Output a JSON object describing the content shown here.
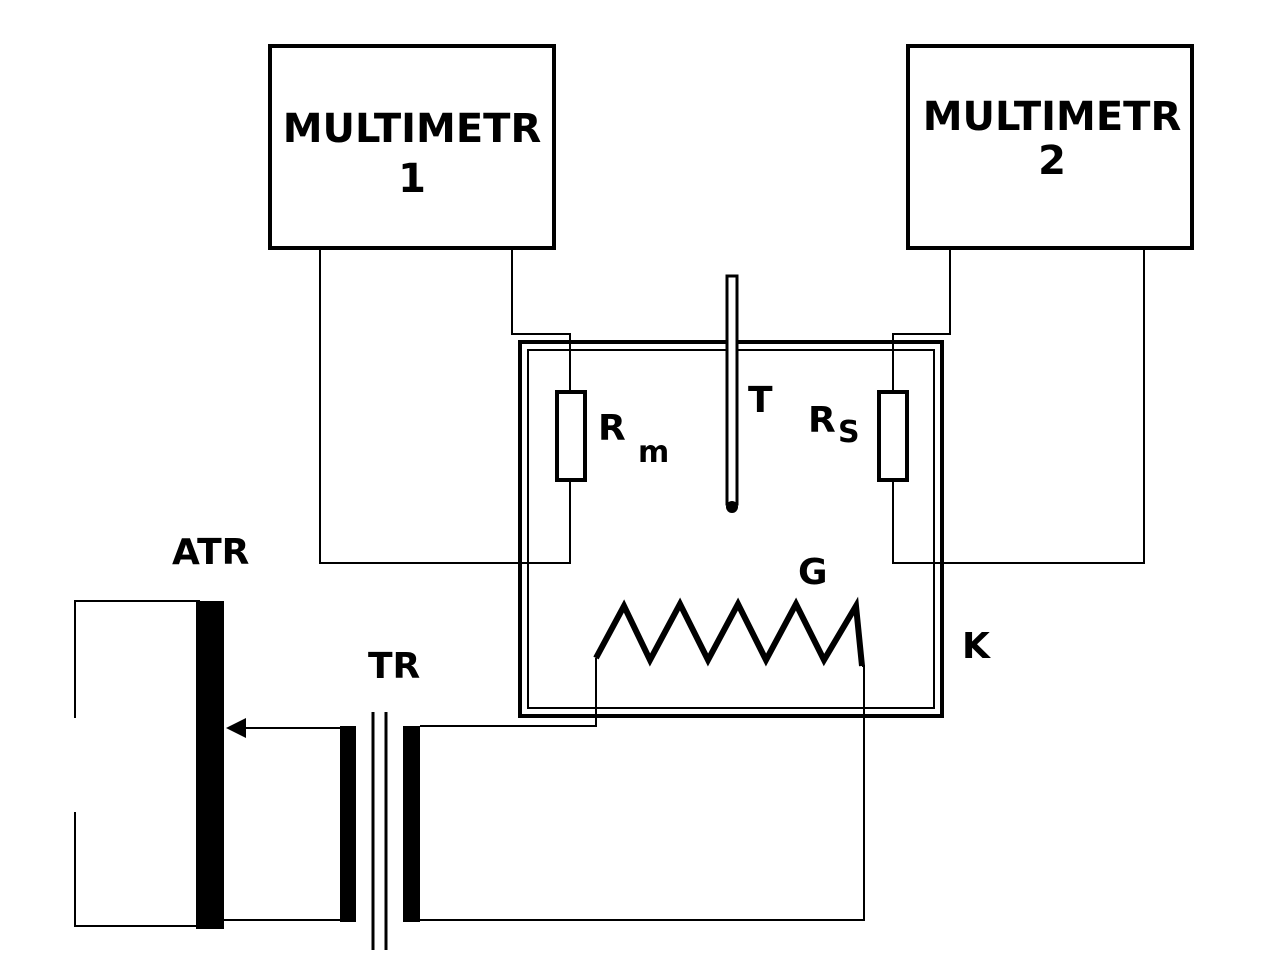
{
  "multimeter_1": {
    "line1": "MULTIMETR",
    "line2": "1"
  },
  "multimeter_2": {
    "line1": "MULTIMETR",
    "line2": "2"
  },
  "labels": {
    "rm_main": "R",
    "rm_sub": "m",
    "rs_main": "R",
    "rs_sub": "S",
    "thermometer": "T",
    "heater": "G",
    "chamber": "K",
    "autotransformer": "ATR",
    "transformer": "TR"
  },
  "colors": {
    "line": "#000000",
    "background": "#ffffff"
  }
}
